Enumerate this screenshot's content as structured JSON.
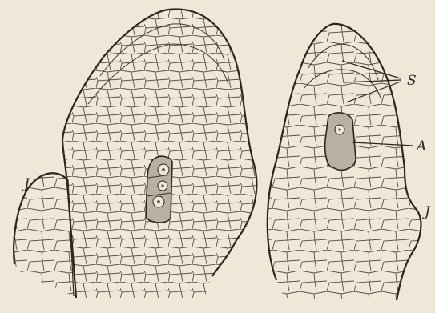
{
  "labels": {
    "left_J": "J",
    "S": "S",
    "A": "A",
    "right_J": "J"
  }
}
